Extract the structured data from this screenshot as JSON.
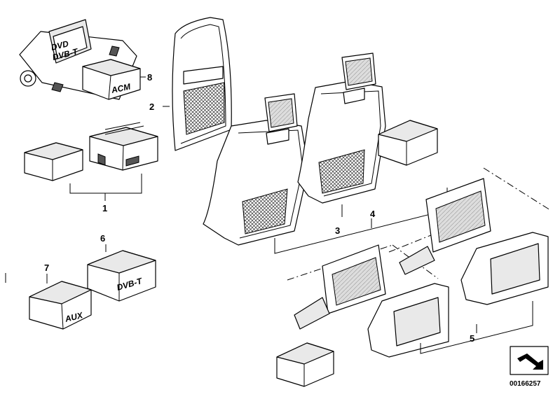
{
  "callouts": {
    "c1": "1",
    "c2": "2",
    "c3": "3",
    "c4": "4",
    "c5": "5",
    "c6": "6",
    "c7": "7",
    "c8": "8"
  },
  "box_labels": {
    "acm": "ACM",
    "dvb_t": "DVB-T",
    "aux": "AUX",
    "dvd_line1": "DVD",
    "dvd_line2": "DVB-T"
  },
  "reference_number": "00166257",
  "icons": {
    "nav_arrow": "arrow-icon"
  }
}
